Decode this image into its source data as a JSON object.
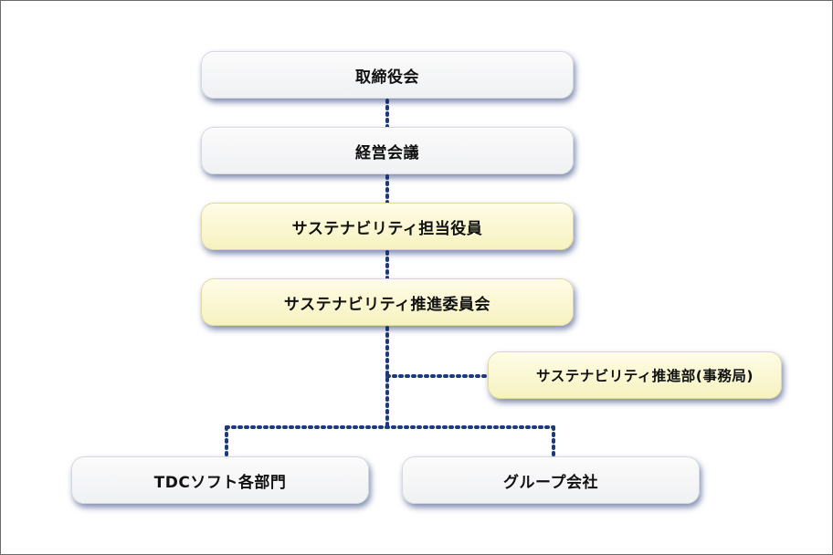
{
  "diagram": {
    "nodes": {
      "board": "取締役会",
      "management_meeting": "経営会議",
      "sustainability_officer": "サステナビリティ担当役員",
      "sustainability_committee": "サステナビリティ推進委員会",
      "sustainability_office": "サステナビリティ推進部(事務局)",
      "tdc_departments": "TDCソフト各部門",
      "group_companies": "グループ会社"
    },
    "colors": {
      "connector": "#1f3a7a",
      "box_white": "#f5f6f8",
      "box_yellow": "#faf6d2",
      "shadow": "#1c2d6e"
    }
  }
}
